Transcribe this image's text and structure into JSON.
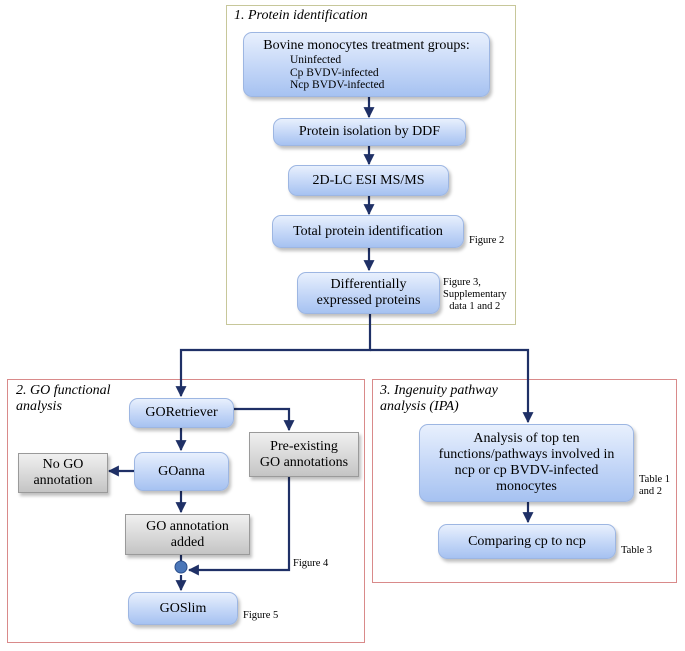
{
  "panels": {
    "protein_identification": {
      "title": "1. Protein identification",
      "treatment": {
        "heading": "Bovine monocytes treatment groups:",
        "groups": [
          "Uninfected",
          "Cp BVDV-infected",
          "Ncp BVDV-infected"
        ]
      },
      "steps": {
        "isolation": "Protein isolation by DDF",
        "msms": "2D-LC ESI MS/MS",
        "total": "Total protein identification",
        "diff_line1": "Differentially",
        "diff_line2": "expressed proteins"
      },
      "refs": {
        "total": "Figure 2",
        "diff_line1": "Figure 3,",
        "diff_line2": "Supplementary",
        "diff_line3": "data 1 and 2"
      }
    },
    "go_analysis": {
      "title_line1": "2. GO functional",
      "title_line2": "analysis",
      "goretriever": "GORetriever",
      "goanna": "GOanna",
      "no_go_line1": "No GO",
      "no_go_line2": "annotation",
      "preexisting_line1": "Pre-existing",
      "preexisting_line2": "GO annotations",
      "added_line1": "GO annotation",
      "added_line2": "added",
      "goslim": "GOSlim",
      "refs": {
        "fig4": "Figure 4",
        "fig5": "Figure 5"
      }
    },
    "ipa": {
      "title_line1": "3. Ingenuity pathway",
      "title_line2": "analysis  (IPA)",
      "top_ten_lines": [
        "Analysis of top ten",
        "functions/pathways involved in",
        "ncp or cp BVDV-infected",
        "monocytes"
      ],
      "compare": "Comparing cp to ncp",
      "refs": {
        "table12_line1": "Table 1",
        "table12_line2": "and 2",
        "table3": "Table 3"
      }
    }
  },
  "colors": {
    "arrow": "#1f3066",
    "panel1_border": "#c7c79a",
    "panel_border_red": "#d98a8a",
    "junction_dot": "#4a76b8"
  }
}
